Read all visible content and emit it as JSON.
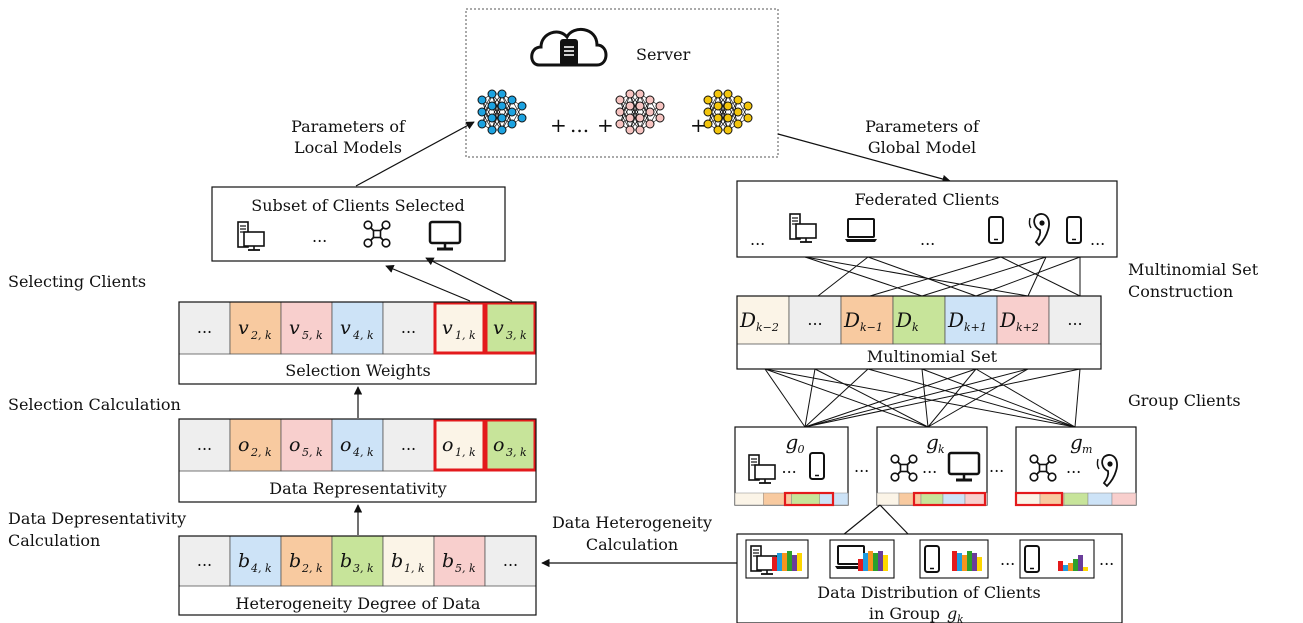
{
  "server": {
    "title": "Server",
    "plus1": "+",
    "dots": "...",
    "plus2": "+",
    "plus3": "+",
    "icon": "cloud-server-icon",
    "models": [
      {
        "name": "local-model-1",
        "color": "#1ca2e0"
      },
      {
        "name": "local-model-2",
        "color": "#f6c3c0"
      },
      {
        "name": "local-model-3",
        "color": "#f2c40c"
      }
    ]
  },
  "labels": {
    "params_local_1": "Parameters of",
    "params_local_2": "Local Models",
    "params_global_1": "Parameters of",
    "params_global_2": "Global Model",
    "selecting_clients": "Selecting Clients",
    "selection_calc": "Selection Calculation",
    "data_rep_calc_1": "Data Depresentativity",
    "data_rep_calc_2": "Calculation",
    "data_het_calc_1": "Data Heterogeneity",
    "data_het_calc_2": "Calculation",
    "multinomial_constr_1": "Multinomial Set",
    "multinomial_constr_2": "Construction",
    "group_clients": "Group Clients"
  },
  "subset_box": {
    "title": "Subset of Clients Selected",
    "dots": "...",
    "icons": [
      "desktop-computer-icon",
      "drone-icon",
      "monitor-icon"
    ]
  },
  "federated_box": {
    "title": "Federated Clients",
    "dots": "...",
    "icons": [
      "desktop-computer-icon",
      "laptop-icon",
      "smartphone-icon",
      "earpiece-icon",
      "smartphone-icon"
    ]
  },
  "selection_weights": {
    "caption": "Selection Weights",
    "cells": [
      {
        "base": "...",
        "sub": "",
        "color": "#eeeeee",
        "highlight": false
      },
      {
        "base": "v",
        "sub": "2, k",
        "color": "#f8caa0",
        "highlight": false
      },
      {
        "base": "v",
        "sub": "5, k",
        "color": "#f8cfcd",
        "highlight": false
      },
      {
        "base": "v",
        "sub": "4, k",
        "color": "#cde3f7",
        "highlight": false
      },
      {
        "base": "...",
        "sub": "",
        "color": "#eeeeee",
        "highlight": false
      },
      {
        "base": "v",
        "sub": "1, k",
        "color": "#fbf4e7",
        "highlight": true
      },
      {
        "base": "v",
        "sub": "3, k",
        "color": "#c7e49a",
        "highlight": true
      }
    ]
  },
  "data_representativity": {
    "caption": "Data Representativity",
    "cells": [
      {
        "base": "...",
        "sub": "",
        "color": "#eeeeee",
        "highlight": false
      },
      {
        "base": "o",
        "sub": "2, k",
        "color": "#f8caa0",
        "highlight": false
      },
      {
        "base": "o",
        "sub": "5, k",
        "color": "#f8cfcd",
        "highlight": false
      },
      {
        "base": "o",
        "sub": "4, k",
        "color": "#cde3f7",
        "highlight": false
      },
      {
        "base": "...",
        "sub": "",
        "color": "#eeeeee",
        "highlight": false
      },
      {
        "base": "o",
        "sub": "1, k",
        "color": "#fbf4e7",
        "highlight": true
      },
      {
        "base": "o",
        "sub": "3, k",
        "color": "#c7e49a",
        "highlight": true
      }
    ]
  },
  "heterogeneity": {
    "caption": "Heterogeneity Degree of Data",
    "cells": [
      {
        "base": "...",
        "sub": "",
        "color": "#eeeeee",
        "highlight": false
      },
      {
        "base": "b",
        "sub": "4, k",
        "color": "#cde3f7",
        "highlight": false
      },
      {
        "base": "b",
        "sub": "2, k",
        "color": "#f8caa0",
        "highlight": false
      },
      {
        "base": "b",
        "sub": "3, k",
        "color": "#c7e49a",
        "highlight": false
      },
      {
        "base": "b",
        "sub": "1, k",
        "color": "#fbf4e7",
        "highlight": false
      },
      {
        "base": "b",
        "sub": "5, k",
        "color": "#f8cfcd",
        "highlight": false
      },
      {
        "base": "...",
        "sub": "",
        "color": "#eeeeee",
        "highlight": false
      }
    ]
  },
  "multinomial_set": {
    "caption": "Multinomial Set",
    "cells": [
      {
        "base": "D",
        "sub": "k−2",
        "color": "#fbf4e7"
      },
      {
        "base": "...",
        "sub": "",
        "color": "#eeeeee"
      },
      {
        "base": "D",
        "sub": "k−1",
        "color": "#f8caa0"
      },
      {
        "base": "D",
        "sub": "k",
        "color": "#c7e49a"
      },
      {
        "base": "D",
        "sub": "k+1",
        "color": "#cde3f7"
      },
      {
        "base": "D",
        "sub": "k+2",
        "color": "#f8cfcd"
      },
      {
        "base": "...",
        "sub": "",
        "color": "#eeeeee"
      }
    ]
  },
  "groups": [
    {
      "base": "g",
      "sub": "0",
      "dots": "...",
      "icons": [
        "desktop-computer-icon",
        "smartphone-icon"
      ]
    },
    {
      "base": "g",
      "sub": "k",
      "dots": "...",
      "icons": [
        "drone-icon",
        "monitor-icon"
      ]
    },
    {
      "base": "g",
      "sub": "m",
      "dots": "...",
      "icons": [
        "drone-icon",
        "earpiece-icon"
      ]
    }
  ],
  "group_gaps": [
    "...",
    "..."
  ],
  "distribution_box": {
    "line1": "Data Distribution of Clients",
    "line2_prefix": "in Group",
    "line2_base": "g",
    "line2_sub": "k",
    "dots": "...",
    "icons": [
      "desktop-computer-icon",
      "laptop-icon",
      "smartphone-icon",
      "smartphone-icon"
    ]
  },
  "colors": {
    "highlight": "#e31a1c",
    "bar_palette": [
      "#e31a1c",
      "#1f9bde",
      "#f7941d",
      "#2ca02c",
      "#6a3d9a",
      "#ffd700",
      "#17becf"
    ]
  }
}
